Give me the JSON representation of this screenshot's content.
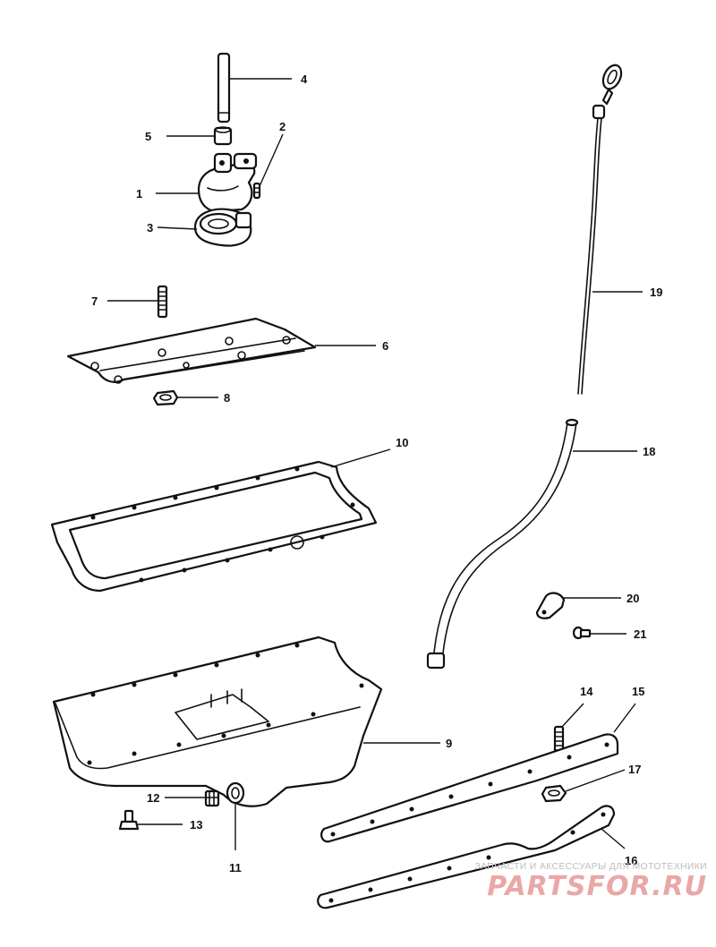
{
  "callouts": {
    "c1": "1",
    "c2": "2",
    "c3": "3",
    "c4": "4",
    "c5": "5",
    "c6": "6",
    "c7": "7",
    "c8": "8",
    "c9": "9",
    "c10": "10",
    "c11": "11",
    "c12": "12",
    "c13": "13",
    "c14": "14",
    "c15": "15",
    "c16": "16",
    "c17": "17",
    "c18": "18",
    "c19": "19",
    "c20": "20",
    "c21": "21"
  },
  "watermark": {
    "tagline": "ЗАПЧАСТИ И АКСЕССУАРЫ ДЛЯ МОТОТЕХНИКИ",
    "logo": "PARTSFOR.RU",
    "color": "#d96060"
  }
}
